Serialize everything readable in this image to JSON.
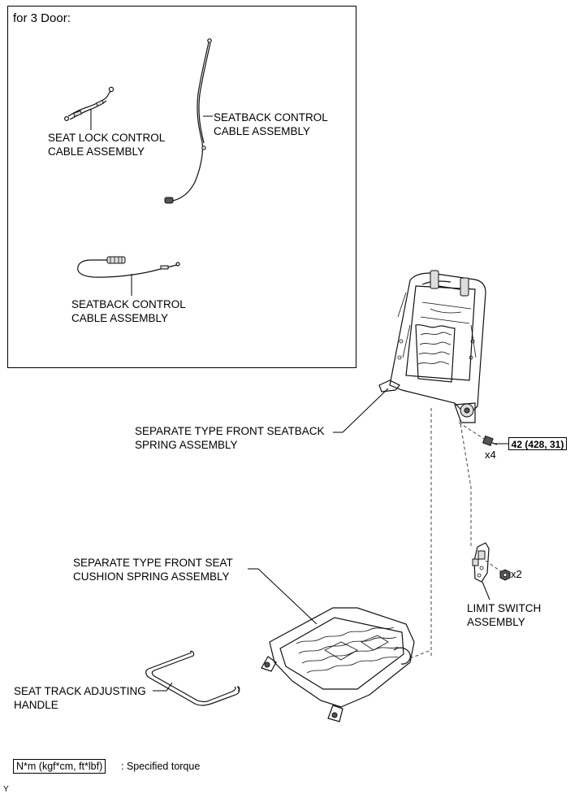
{
  "inset": {
    "title": "for 3 Door:",
    "seat_lock_cable": "SEAT LOCK CONTROL\nCABLE ASSEMBLY",
    "seatback_cable_upper": "SEATBACK CONTROL\nCABLE ASSEMBLY",
    "seatback_cable_lower": "SEATBACK CONTROL\nCABLE ASSEMBLY"
  },
  "labels": {
    "seatback_spring": "SEPARATE TYPE FRONT SEATBACK\nSPRING ASSEMBLY",
    "cushion_spring": "SEPARATE TYPE FRONT SEAT\nCUSHION SPRING ASSEMBLY",
    "track_handle": "SEAT TRACK ADJUSTING\nHANDLE",
    "limit_switch": "LIMIT SWITCH\nASSEMBLY",
    "bolt_qty": "x4",
    "nut_qty": "x2",
    "torque_spec": "42 (428, 31)"
  },
  "legend": {
    "unit": "N*m (kgf*cm, ft*lbf)",
    "description": ": Specified torque"
  },
  "corner_tag": "Y",
  "icons": [
    "seat-lock-cable-icon",
    "seatback-cable-icon",
    "seatback-frame-icon",
    "cushion-frame-icon",
    "track-handle-icon",
    "limit-switch-icon",
    "bolt-icon",
    "nut-icon"
  ]
}
